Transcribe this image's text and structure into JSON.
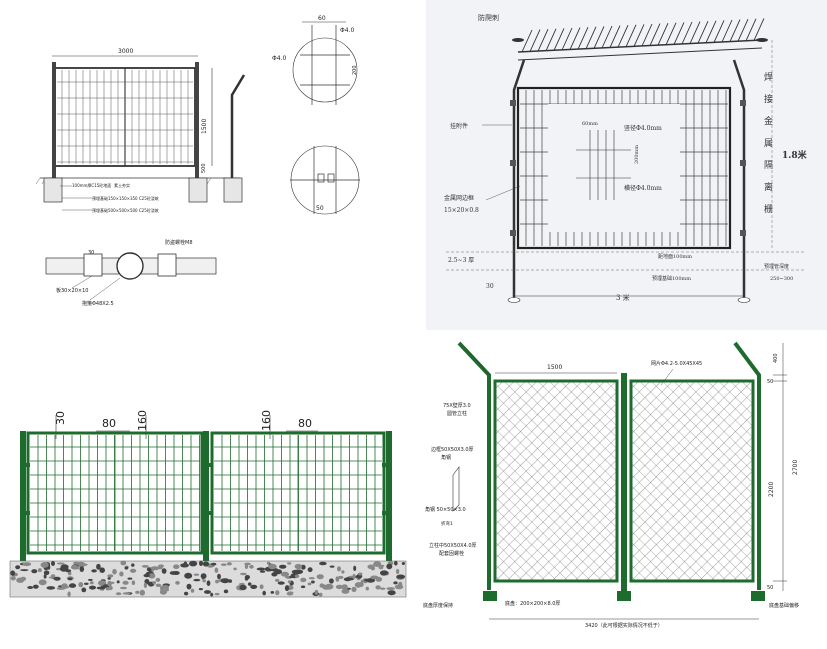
{
  "panel1": {
    "dim_width": "3000",
    "dim_height": "1500",
    "dim_small": "500",
    "dim_60": "60",
    "dim_phi4_top": "Φ4.0",
    "dim_phi4_left": "Φ4.0",
    "dim_200": "200",
    "dim_50": "50",
    "dim_30": "30",
    "note_1": "100mm厚C15砼地面",
    "note_2": "素土夯实",
    "note_3": "预埋基础150×150×350 C25砼浇筑",
    "note_4": "预埋基础500×500×500 C25砼浇筑",
    "label_bolt": "防盗螺栓M8",
    "label_plate": "板30×20×10",
    "label_hoop": "抱箍Φ48X2.5"
  },
  "panel2": {
    "label_top": "防爬刺",
    "label_clip": "挂附件",
    "label_frame": "金属网边框",
    "label_frame_size": "15×20×0.8",
    "label_60mm": "60mm",
    "label_wire_v": "竖径Φ4.0mm",
    "label_200mm": "200mm",
    "label_wire_h": "横径Φ4.0mm",
    "label_ground_gap": "距地面100mm",
    "label_thick": "2.5~3 厚",
    "label_30": "30",
    "label_3m": "3 米",
    "label_found": "预埋基础100mm",
    "label_post_depth": "预埋管深度",
    "label_depth_val": "250~300",
    "vertical_chars": [
      "焊",
      "接",
      "金",
      "属",
      "隔",
      "离",
      "栅"
    ],
    "height_label": "1.8米"
  },
  "panel3": {
    "dim_30": "30",
    "dim_80_a": "80",
    "dim_160_a": "160",
    "dim_160_b": "160",
    "dim_80_b": "80"
  },
  "panel4": {
    "dim_1500": "1500",
    "label_mesh": "网片Φ4.2-5.0X45X45",
    "label_pipe": "75X壁厚3.0",
    "label_pipe2": "圆管立柱",
    "label_frame": "边框50X50X3.0厚",
    "label_corner": "角钢",
    "label_corner_spec": "角钢 50×50×3.0",
    "label_bend": "折弯1",
    "label_support": "立柱中50X50X4.0厚",
    "label_support2": "配套固螺栓",
    "label_base_left": "底盘厚度保持",
    "label_base": "底盘：200×200×8.0厚",
    "label_total": "3420（此可根据实际情况不低于）",
    "label_base_right": "底盘基础偏移",
    "dim_400": "400",
    "dim_50_top": "50",
    "dim_2700": "2700",
    "dim_2200": "2200",
    "dim_50_bot": "50"
  }
}
